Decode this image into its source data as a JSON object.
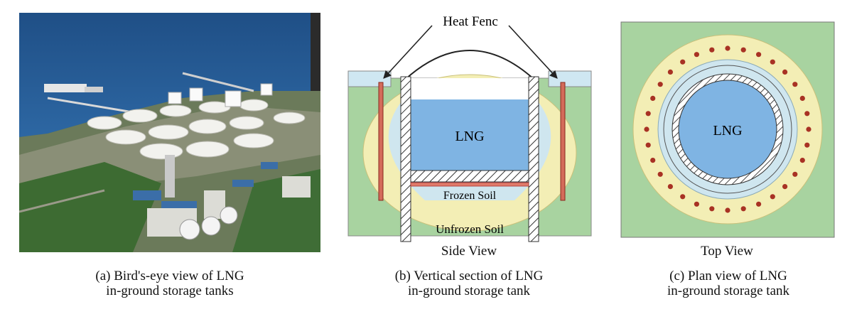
{
  "figure_a": {
    "caption_line1": "(a) Bird's-eye view of LNG",
    "caption_line2": "in-ground storage tanks"
  },
  "figure_b": {
    "heat_fence_label": "Heat Fenc",
    "lng_label": "LNG",
    "frozen_soil_label": "Frozen Soil",
    "unfrozen_soil_label": "Unfrozen Soil",
    "view_label": "Side View",
    "caption_line1": "(b) Vertical section of LNG",
    "caption_line2": "in-ground storage tank"
  },
  "figure_c": {
    "lng_label": "LNG",
    "view_label": "Top View",
    "caption_line1": "(c) Plan view of LNG",
    "caption_line2": "in-ground storage tank"
  },
  "colors": {
    "lng_blue": "#7fb4e3",
    "frozen_soil": "#cfe6ef",
    "unfrozen_soil": "#f4efb8",
    "ground_green": "#9fcf98",
    "heat_fence_red": "#c0392b"
  }
}
